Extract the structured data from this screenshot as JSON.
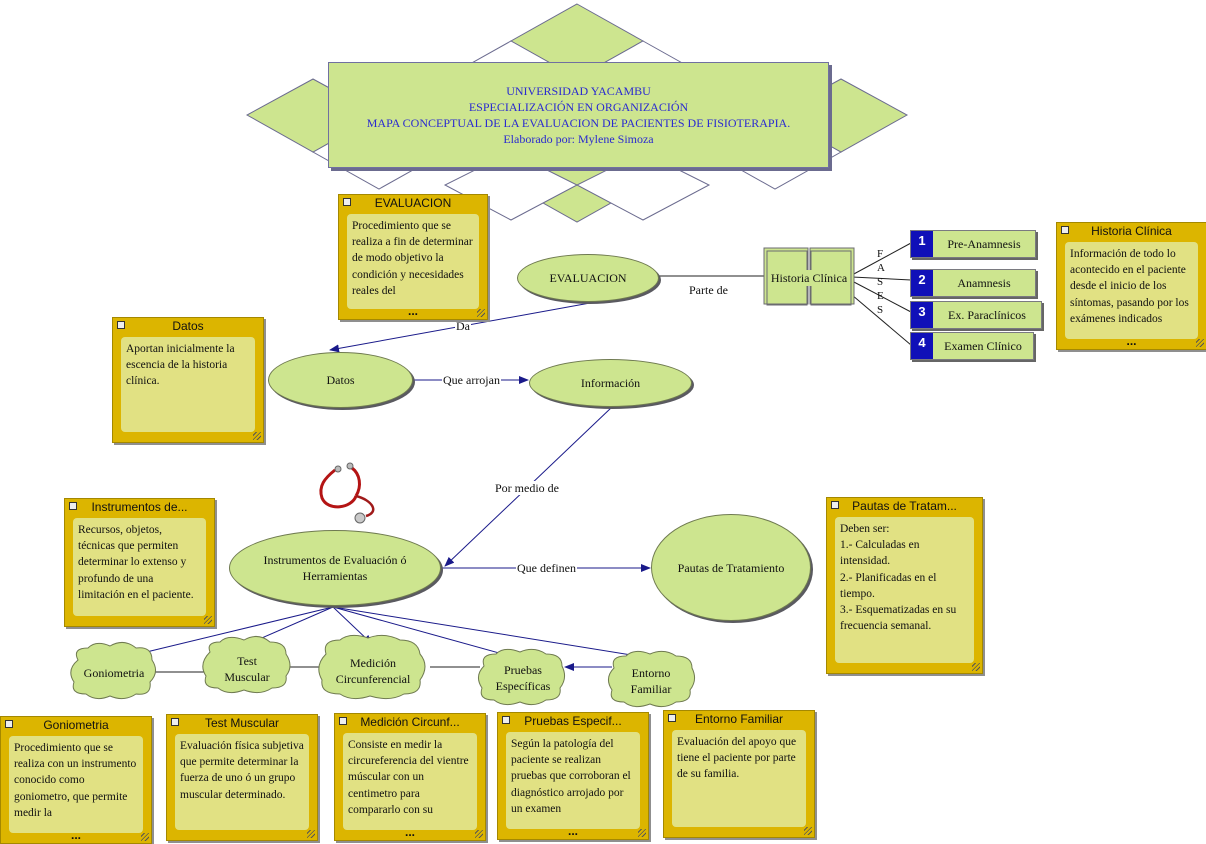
{
  "header": {
    "line1": "UNIVERSIDAD YACAMBU",
    "line2": "ESPECIALIZACIÓN EN ORGANIZACIÓN",
    "line3": "MAPA CONCEPTUAL DE LA EVALUACION DE PACIENTES DE FISIOTERAPIA.",
    "line4": "Elaborado por: Mylene Simoza"
  },
  "nodes": {
    "evaluacion": "EVALUACION",
    "historia": "Historia Clínica",
    "datos": "Datos",
    "informacion": "Información",
    "instrumentos_l1": "Instrumentos de Evaluación ó",
    "instrumentos_l2": "Herramientas",
    "pautas": "Pautas de Tratamiento",
    "goniometria": "Goniometria",
    "test_l1": "Test",
    "test_l2": "Muscular",
    "medicion_l1": "Medición",
    "medicion_l2": "Circunferencial",
    "pruebas_l1": "Pruebas",
    "pruebas_l2": "Específicas",
    "entorno_l1": "Entorno",
    "entorno_l2": "Familiar"
  },
  "links": {
    "parte_de": "Parte de",
    "da": "Da",
    "que_arrojan": "Que arrojan",
    "por_medio_de": "Por medio de",
    "que_definen": "Que definen"
  },
  "fases": [
    "F",
    "A",
    "S",
    "E",
    "S"
  ],
  "phases": [
    {
      "num": "1",
      "label": "Pre-Anamnesis"
    },
    {
      "num": "2",
      "label": "Anamnesis"
    },
    {
      "num": "3",
      "label": "Ex. Paraclínicos"
    },
    {
      "num": "4",
      "label": "Examen Clínico"
    }
  ],
  "notes": {
    "evaluacion": {
      "title": "EVALUACION",
      "text": "Procedimiento que se realiza a fin de determinar de modo objetivo la condición y necesidades reales del",
      "more": "..."
    },
    "datos": {
      "title": "Datos",
      "text": "Aportan inicialmente la escencia de la historia clínica."
    },
    "historia": {
      "title": "Historia Clínica",
      "text": "Información de todo lo acontecido en el paciente desde el inicio de los síntomas, pasando por los exámenes indicados",
      "more": "..."
    },
    "instrumentos": {
      "title": "Instrumentos de...",
      "text": "Recursos, objetos, técnicas que permiten determinar lo extenso y profundo de una limitación en el paciente."
    },
    "pautas": {
      "title": "Pautas de Tratam...",
      "l1": "Deben ser:",
      "l2": "1.- Calculadas en intensidad.",
      "l3": "2.- Planificadas en el tiempo.",
      "l4": "3.- Esquematizadas en su frecuencia semanal."
    },
    "goniometria": {
      "title": "Goniometria",
      "text": "Procedimiento que se realiza con un instrumento conocido como goniometro, que permite medir la",
      "more": "..."
    },
    "test": {
      "title": "Test Muscular",
      "text": "Evaluación física subjetiva que permite determinar la fuerza de uno ó un grupo muscular determinado."
    },
    "medicion": {
      "title": "Medición Circunf...",
      "text": "Consiste en medir la circureferencia del vientre múscular con un centimetro para compararlo con su",
      "more": "..."
    },
    "pruebas": {
      "title": "Pruebas Especif...",
      "text": "Según la patología del paciente se realizan pruebas que corroboran el diagnóstico arrojado por un examen",
      "more": "..."
    },
    "entorno": {
      "title": "Entorno Familiar",
      "text": "Evaluación del apoyo que tiene el paciente por parte de su familia."
    }
  },
  "colors": {
    "node_fill": "#cde58f",
    "note_frame": "#dcb500",
    "note_body": "#e1e183",
    "title_text": "#2a2ad0",
    "phase_number": "#1010b8",
    "arrow": "#1a1a8a"
  }
}
